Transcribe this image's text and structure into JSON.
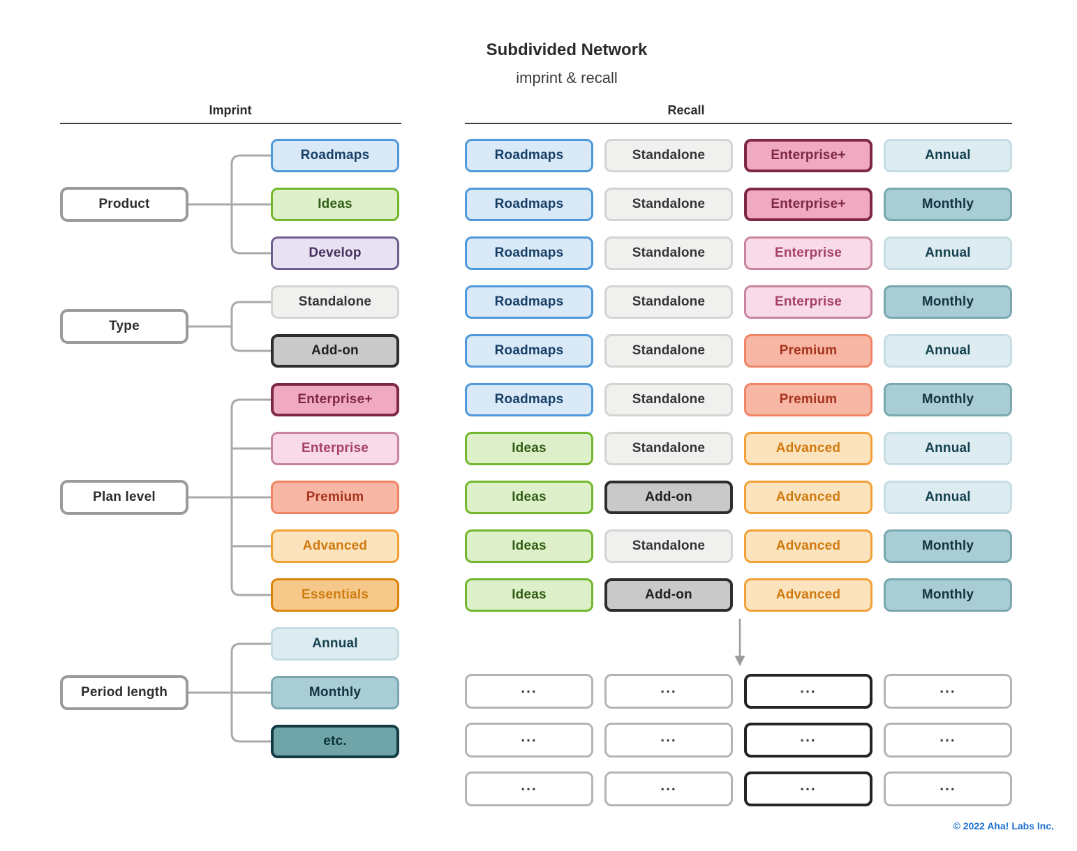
{
  "title": "Subdivided Network",
  "subtitle": "imprint & recall",
  "imprint": {
    "header": "Imprint",
    "groups": [
      {
        "parent": "Product",
        "children": [
          {
            "label": "Roadmaps",
            "style": "roadmaps"
          },
          {
            "label": "Ideas",
            "style": "ideas"
          },
          {
            "label": "Develop",
            "style": "develop"
          }
        ]
      },
      {
        "parent": "Type",
        "children": [
          {
            "label": "Standalone",
            "style": "standalone"
          },
          {
            "label": "Add-on",
            "style": "addon"
          }
        ]
      },
      {
        "parent": "Plan level",
        "children": [
          {
            "label": "Enterprise+",
            "style": "enterprise-plus"
          },
          {
            "label": "Enterprise",
            "style": "enterprise"
          },
          {
            "label": "Premium",
            "style": "premium"
          },
          {
            "label": "Advanced",
            "style": "advanced"
          },
          {
            "label": "Essentials",
            "style": "essentials"
          }
        ]
      },
      {
        "parent": "Period length",
        "children": [
          {
            "label": "Annual",
            "style": "annual"
          },
          {
            "label": "Monthly",
            "style": "monthly"
          },
          {
            "label": "etc.",
            "style": "etc"
          }
        ]
      }
    ]
  },
  "recall": {
    "header": "Recall",
    "rows": [
      [
        {
          "label": "Roadmaps",
          "style": "roadmaps"
        },
        {
          "label": "Standalone",
          "style": "standalone"
        },
        {
          "label": "Enterprise+",
          "style": "enterprise-plus"
        },
        {
          "label": "Annual",
          "style": "annual"
        }
      ],
      [
        {
          "label": "Roadmaps",
          "style": "roadmaps"
        },
        {
          "label": "Standalone",
          "style": "standalone"
        },
        {
          "label": "Enterprise+",
          "style": "enterprise-plus"
        },
        {
          "label": "Monthly",
          "style": "monthly"
        }
      ],
      [
        {
          "label": "Roadmaps",
          "style": "roadmaps"
        },
        {
          "label": "Standalone",
          "style": "standalone"
        },
        {
          "label": "Enterprise",
          "style": "enterprise"
        },
        {
          "label": "Annual",
          "style": "annual"
        }
      ],
      [
        {
          "label": "Roadmaps",
          "style": "roadmaps"
        },
        {
          "label": "Standalone",
          "style": "standalone"
        },
        {
          "label": "Enterprise",
          "style": "enterprise"
        },
        {
          "label": "Monthly",
          "style": "monthly"
        }
      ],
      [
        {
          "label": "Roadmaps",
          "style": "roadmaps"
        },
        {
          "label": "Standalone",
          "style": "standalone"
        },
        {
          "label": "Premium",
          "style": "premium"
        },
        {
          "label": "Annual",
          "style": "annual"
        }
      ],
      [
        {
          "label": "Roadmaps",
          "style": "roadmaps"
        },
        {
          "label": "Standalone",
          "style": "standalone"
        },
        {
          "label": "Premium",
          "style": "premium"
        },
        {
          "label": "Monthly",
          "style": "monthly"
        }
      ],
      [
        {
          "label": "Ideas",
          "style": "ideas"
        },
        {
          "label": "Standalone",
          "style": "standalone"
        },
        {
          "label": "Advanced",
          "style": "advanced"
        },
        {
          "label": "Annual",
          "style": "annual"
        }
      ],
      [
        {
          "label": "Ideas",
          "style": "ideas"
        },
        {
          "label": "Add-on",
          "style": "addon"
        },
        {
          "label": "Advanced",
          "style": "advanced"
        },
        {
          "label": "Annual",
          "style": "annual"
        }
      ],
      [
        {
          "label": "Ideas",
          "style": "ideas"
        },
        {
          "label": "Standalone",
          "style": "standalone"
        },
        {
          "label": "Advanced",
          "style": "advanced"
        },
        {
          "label": "Monthly",
          "style": "monthly"
        }
      ],
      [
        {
          "label": "Ideas",
          "style": "ideas"
        },
        {
          "label": "Add-on",
          "style": "addon"
        },
        {
          "label": "Advanced",
          "style": "advanced"
        },
        {
          "label": "Monthly",
          "style": "monthly"
        }
      ]
    ],
    "ellipsis": {
      "label": "...",
      "rows": 3,
      "columns": 4,
      "bold_column": 3
    }
  },
  "footer": {
    "copyright": "© 2022 Aha! Labs Inc."
  },
  "colors": {
    "connector": "#a9a9a9",
    "rule": "#3e3e3e",
    "arrow": "#9b9b9b",
    "copyright_blue": "#1c70d1",
    "palette": {
      "parent": {
        "bg": "#ffffff",
        "border": "#9a9a9a",
        "text": "#2d2d2d"
      },
      "roadmaps": {
        "bg": "#d9e9f8",
        "border": "#4f98d9",
        "text": "#173f66"
      },
      "ideas": {
        "bg": "#def0ca",
        "border": "#72b72d",
        "text": "#2f5d13"
      },
      "develop": {
        "bg": "#e7e1f1",
        "border": "#6f5f90",
        "text": "#46315e"
      },
      "standalone": {
        "bg": "#f0f0ef",
        "border": "#d5d4d2",
        "text": "#343434"
      },
      "addon": {
        "bg": "#c9c9c9",
        "border": "#2e2e2e",
        "text": "#1f1f1f"
      },
      "enterprise-plus": {
        "bg": "#efa9c1",
        "border": "#7f2845",
        "text": "#7f2845"
      },
      "enterprise": {
        "bg": "#f8dbe7",
        "border": "#c9849f",
        "text": "#a54067"
      },
      "premium": {
        "bg": "#f8b6a4",
        "border": "#f08566",
        "text": "#a5341d"
      },
      "advanced": {
        "bg": "#fbe3bd",
        "border": "#f1a138",
        "text": "#d0790f"
      },
      "essentials": {
        "bg": "#f6c88a",
        "border": "#da850c",
        "text": "#cf7d12"
      },
      "annual": {
        "bg": "#ddecf1",
        "border": "#c5dde3",
        "text": "#14414f"
      },
      "monthly": {
        "bg": "#a9cdd5",
        "border": "#79a8b1",
        "text": "#113441"
      },
      "etc": {
        "bg": "#6fa4a9",
        "border": "#123c42",
        "text": "#0e3338"
      },
      "ellipsis": {
        "bg": "#ffffff",
        "border": "#b4b4b4",
        "text": "#3c3c3c"
      },
      "ellipsis-bold": {
        "bg": "#ffffff",
        "border": "#252525",
        "text": "#3c3c3c"
      }
    }
  }
}
